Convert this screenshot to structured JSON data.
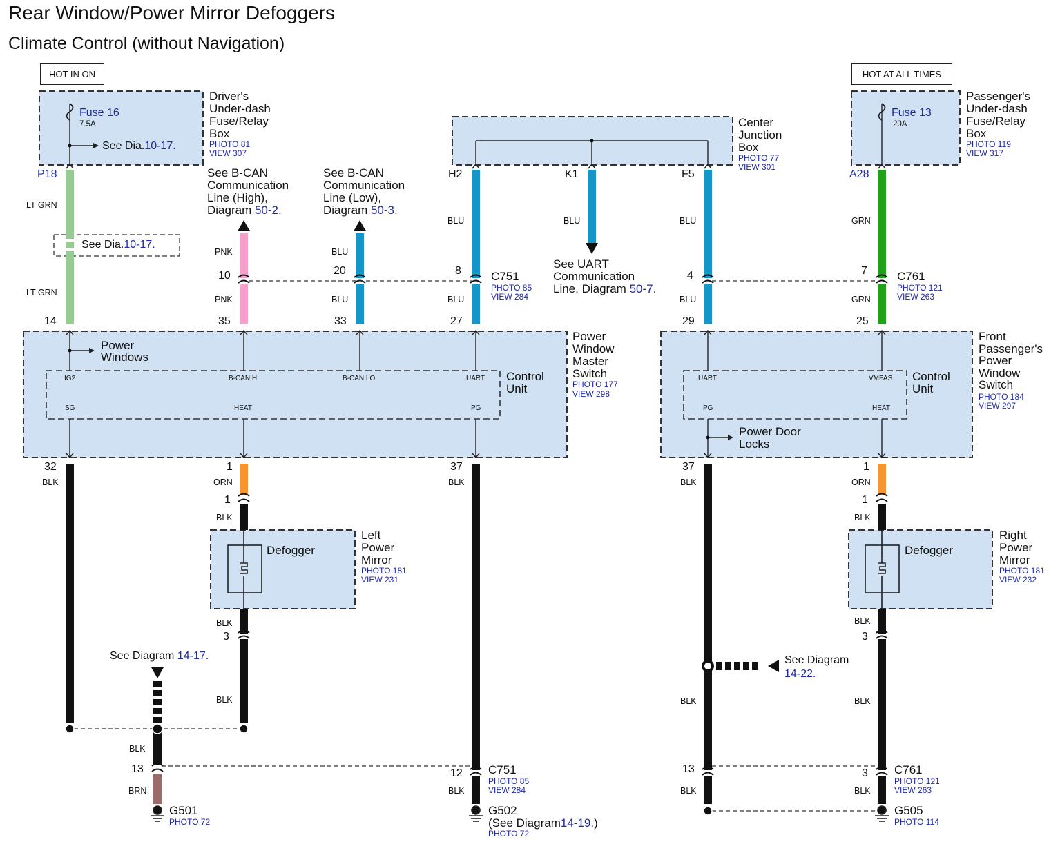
{
  "header": {
    "title": "Rear Window/Power Mirror Defoggers",
    "subtitle": "Climate Control (without Navigation)"
  },
  "power_tags": {
    "left": "HOT IN ON",
    "right": "HOT AT ALL TIMES"
  },
  "driver_fuse_box": {
    "fuse": "Fuse 16",
    "rating": "7.5A",
    "see": "See Dia.",
    "see_ref": "10-17.",
    "name": "Driver's\nUnder-dash\nFuse/Relay\nBox",
    "photo": "PHOTO 81",
    "view": "VIEW 307",
    "pin": "P18"
  },
  "passenger_fuse_box": {
    "fuse": "Fuse 13",
    "rating": "20A",
    "name": "Passenger's\nUnder-dash\nFuse/Relay\nBox",
    "photo": "PHOTO 119",
    "view": "VIEW 317",
    "pin": "A28"
  },
  "center_junction_box": {
    "name": "Center\nJunction\nBox",
    "photo": "PHOTO 77",
    "view": "VIEW 301",
    "pins": [
      "H2",
      "K1",
      "F5"
    ]
  },
  "bcan_high": {
    "text": "See B-CAN\nCommunication\nLine (High),\nDiagram ",
    "ref": "50-2."
  },
  "bcan_low": {
    "text": "See B-CAN\nCommunication\nLine (Low),\nDiagram ",
    "ref": "50-3."
  },
  "uart": {
    "text": "See UART\nCommunication\nLine, Diagram ",
    "ref": "50-7."
  },
  "splice_note": {
    "see": "See Dia.",
    "ref": "10-17."
  },
  "connectors": {
    "c751_top": {
      "name": "C751",
      "photo": "PHOTO 85",
      "view": "VIEW 284"
    },
    "c761_top": {
      "name": "C761",
      "photo": "PHOTO 121",
      "view": "VIEW 263"
    },
    "c751_bottom": {
      "name": "C751",
      "photo": "PHOTO 85",
      "view": "VIEW 284"
    },
    "c761_bottom": {
      "name": "C761",
      "photo": "PHOTO 121",
      "view": "VIEW 263"
    }
  },
  "master_switch": {
    "name": "Power\nWindow\nMaster\nSwitch",
    "photo": "PHOTO 177",
    "view": "VIEW 298",
    "control_unit": "Control\nUnit",
    "power_windows": "Power\nWindows",
    "terms": {
      "ig2": "IG2",
      "bcan_hi": "B-CAN HI",
      "bcan_lo": "B-CAN LO",
      "uart": "UART",
      "sg": "SG",
      "heat": "HEAT",
      "pg": "PG"
    }
  },
  "passenger_switch": {
    "name": "Front\nPassenger's\nPower\nWindow\nSwitch",
    "photo": "PHOTO 184",
    "view": "VIEW 297",
    "control_unit": "Control\nUnit",
    "power_door_locks": "Power Door\nLocks",
    "terms": {
      "uart": "UART",
      "vmpas": "VMPAS",
      "pg": "PG",
      "heat": "HEAT"
    }
  },
  "left_mirror": {
    "defogger": "Defogger",
    "name": "Left\nPower\nMirror",
    "photo": "PHOTO 181",
    "view": "VIEW 231"
  },
  "right_mirror": {
    "defogger": "Defogger",
    "name": "Right\nPower\nMirror",
    "photo": "PHOTO 181",
    "view": "VIEW 232"
  },
  "see_diagrams": {
    "left": {
      "text": "See Diagram ",
      "ref": "14-17."
    },
    "right": {
      "text": "See Diagram",
      "ref": "14-22."
    }
  },
  "grounds": {
    "g501": {
      "name": "G501",
      "photo": "PHOTO 72"
    },
    "g502": {
      "name": "G502",
      "see": "(See Diagram",
      "ref": "14-19.",
      "close": ")",
      "photo": "PHOTO 72"
    },
    "g505": {
      "name": "G505",
      "photo": "PHOTO 114"
    }
  },
  "wire_colors": {
    "lt_grn_1": "LT GRN",
    "lt_grn_2": "LT GRN",
    "pnk_1": "PNK",
    "pnk_2": "PNK",
    "blu_a1": "BLU",
    "blu_a2": "BLU",
    "blu_h2": "BLU",
    "blu_h2b": "BLU",
    "blu_k1": "BLU",
    "blu_f5": "BLU",
    "blu_f5b": "BLU",
    "grn_1": "GRN",
    "grn_2": "GRN",
    "blk_32": "BLK",
    "orn_l": "ORN",
    "blk_l1": "BLK",
    "blk_l2": "BLK",
    "blk_l3": "BLK",
    "blk_37": "BLK",
    "blk_g501": "BLK",
    "brn": "BRN",
    "blk_g502": "BLK",
    "blk_r37": "BLK",
    "blk_r37b": "BLK",
    "blk_r13": "BLK",
    "orn_r": "ORN",
    "blk_r1": "BLK",
    "blk_r2": "BLK",
    "blk_r3": "BLK",
    "blk_r4": "BLK"
  },
  "pins": {
    "p14": "14",
    "p35": "35",
    "p33": "33",
    "p27": "27",
    "p29": "29",
    "p25": "25",
    "p10": "10",
    "p20": "20",
    "p8": "8",
    "p4": "4",
    "p7": "7",
    "p32": "32",
    "p1l": "1",
    "p1l2": "1",
    "p3l": "3",
    "p37": "37",
    "p13": "13",
    "p12": "12",
    "pr37": "37",
    "pr1": "1",
    "pr1b": "1",
    "pr3": "3",
    "pr13": "13",
    "pr3b": "3"
  },
  "colors": {
    "box_fill": "#cfe1f3",
    "lt_grn": "#96cc92",
    "pnk": "#f7a0cc",
    "blu": "#1596c9",
    "grn": "#21a11a",
    "orn": "#f7962f",
    "blk": "#111111",
    "brn": "#9c6b68",
    "link_blue": "#1f2aa8"
  }
}
